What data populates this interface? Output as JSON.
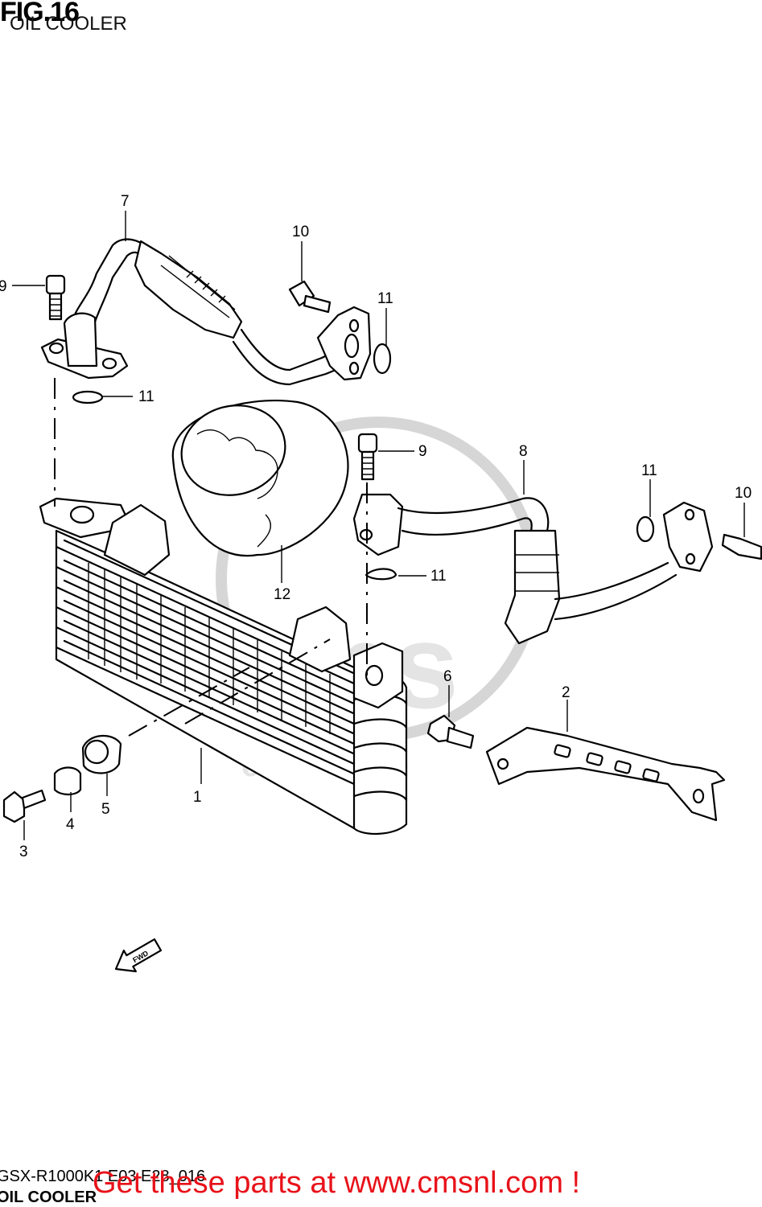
{
  "figure": {
    "title": "FIG.16",
    "subtitle": "OIL COOLER"
  },
  "callouts": {
    "c1": "1",
    "c2": "2",
    "c3": "3",
    "c4": "4",
    "c5": "5",
    "c6": "6",
    "c7": "7",
    "c8": "8",
    "c9a": "9",
    "c9b": "9",
    "c10a": "10",
    "c10b": "10",
    "c11a": "11",
    "c11b": "11",
    "c11c": "11",
    "c11d": "11",
    "c12": "12"
  },
  "arrow": {
    "label": "FWD"
  },
  "footer": {
    "code": "GSX-R1000K1 E03 E28_016",
    "name": "OIL COOLER",
    "promo": "Get these parts at www.cmsnl.com !"
  },
  "colors": {
    "promo": "#e8121a",
    "line": "#000000",
    "watermark": "#d6d6d6"
  }
}
